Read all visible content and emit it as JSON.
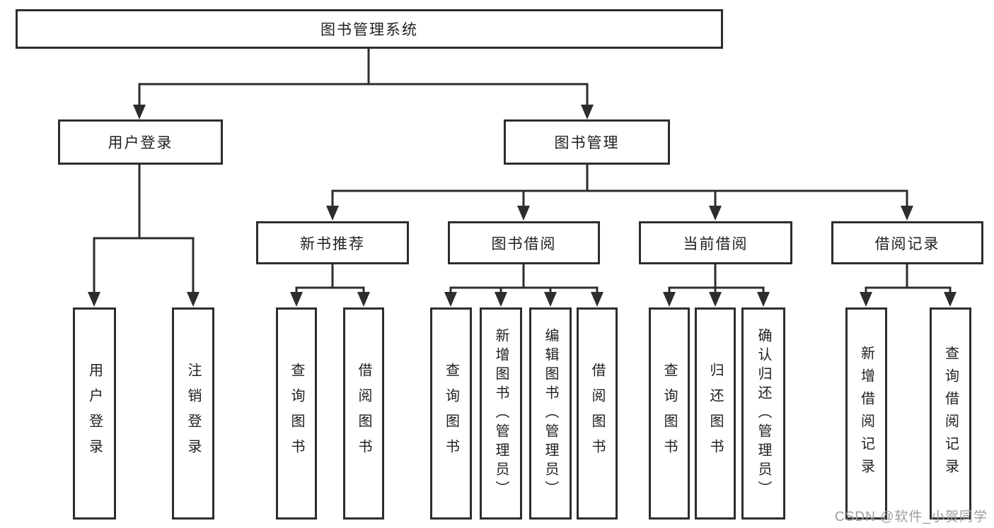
{
  "diagram": {
    "root": {
      "label": "图书管理系统"
    },
    "level2": [
      {
        "label": "用户登录"
      },
      {
        "label": "图书管理"
      }
    ],
    "level3": [
      {
        "label": "新书推荐"
      },
      {
        "label": "图书借阅"
      },
      {
        "label": "当前借阅"
      },
      {
        "label": "借阅记录"
      }
    ],
    "leaves": {
      "user_login": [
        {
          "label": "用户登录"
        },
        {
          "label": "注销登录"
        }
      ],
      "new_book_rec": [
        {
          "label": "查询图书"
        },
        {
          "label": "借阅图书"
        }
      ],
      "book_borrow": [
        {
          "label": "查询图书"
        },
        {
          "label": "新增图书（管理员）"
        },
        {
          "label": "编辑图书（管理员）"
        },
        {
          "label": "借阅图书"
        }
      ],
      "current_borrow": [
        {
          "label": "查询图书"
        },
        {
          "label": "归还图书"
        },
        {
          "label": "确认归还（管理员）"
        }
      ],
      "borrow_records": [
        {
          "label": "新增借阅记录"
        },
        {
          "label": "查询借阅记录"
        }
      ]
    }
  },
  "watermark": {
    "text": "CSDN @软件_小贺同学"
  },
  "colors": {
    "line": "#2d2d2d",
    "text": "#1f1f1f",
    "watermark": "#9d9d9d",
    "background": "#ffffff"
  }
}
